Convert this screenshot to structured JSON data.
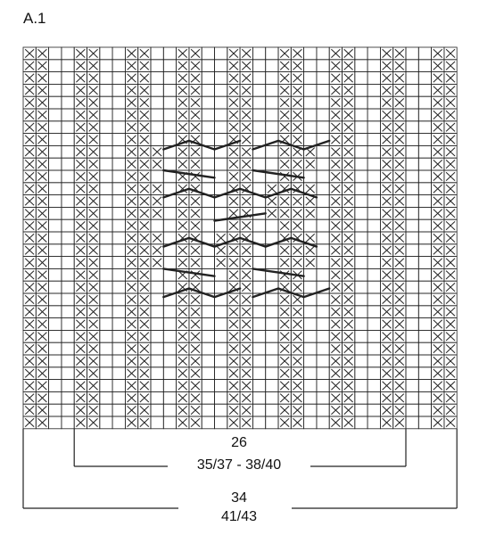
{
  "title": "A.1",
  "grid": {
    "columns": 34,
    "rows": 31
  },
  "labels": {
    "inner_count": "26",
    "inner_sizes": "35/37 - 38/40",
    "outer_count": "34",
    "outer_sizes": "41/43"
  },
  "legend_symbols": [
    "knit-stitch",
    "purl-stitch-x",
    "cable-left",
    "cable-right",
    "long-cable"
  ],
  "colors": {
    "line": "#222222",
    "background": "#ffffff"
  }
}
